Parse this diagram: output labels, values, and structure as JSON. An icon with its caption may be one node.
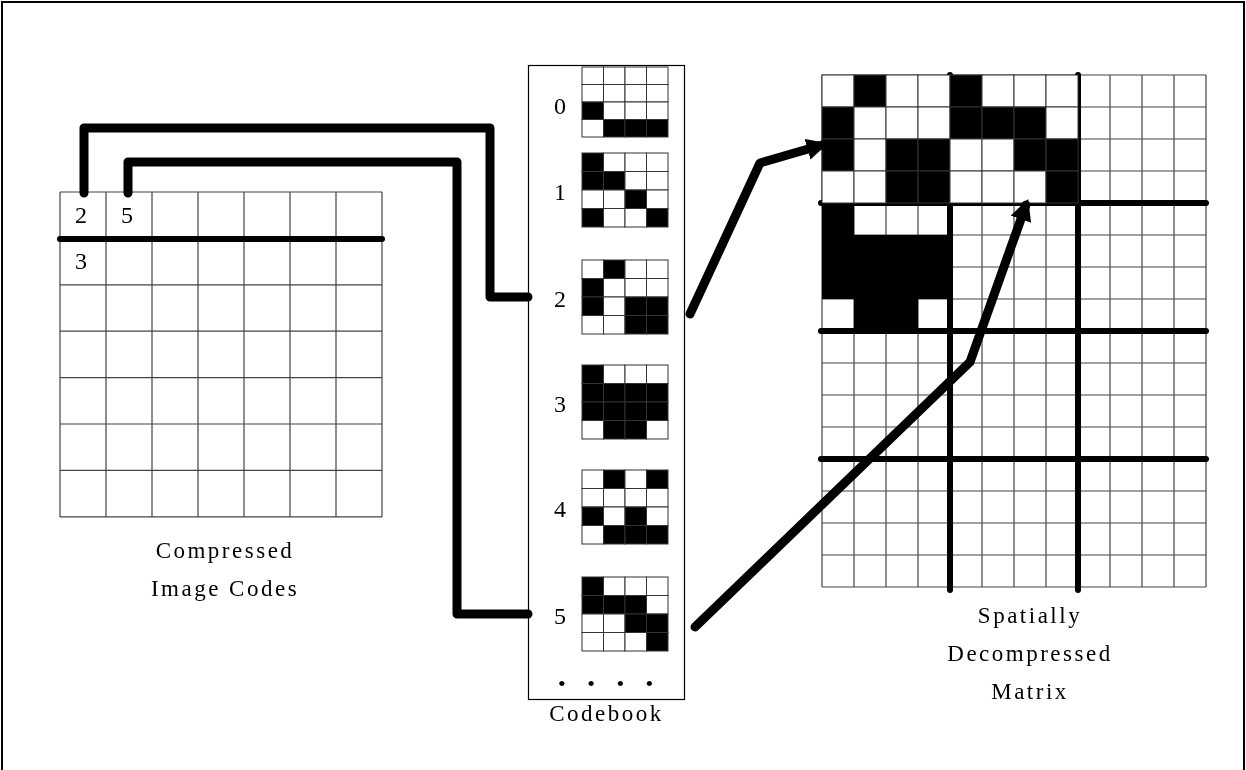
{
  "diagram": {
    "nodes": [
      {
        "text": [
          "Compressed Image Codes"
        ]
      },
      {
        "text": [
          "2"
        ],
        "in": 0
      },
      {
        "text": [
          "5"
        ],
        "in": 0
      },
      {
        "text": [
          "3"
        ],
        "in": 0
      },
      {
        "text": [
          "Codebook"
        ]
      },
      {
        "text": [
          "0"
        ],
        "in": 4
      },
      {
        "text": [
          "1"
        ],
        "in": 4
      },
      {
        "text": [
          "2"
        ],
        "in": 4
      },
      {
        "text": [
          "3"
        ],
        "in": 4
      },
      {
        "text": [
          "4"
        ],
        "in": 4
      },
      {
        "text": [
          "5"
        ],
        "in": 4
      },
      {
        "text": [
          "Spatially Decompressed Matrix"
        ]
      },
      {
        "text": [],
        "shape": "box",
        "in": 11
      },
      {
        "text": [],
        "shape": "box",
        "in": 11
      }
    ],
    "edges": [
      {
        "from": 1,
        "to": 7,
        "arrow": "none"
      },
      {
        "from": 2,
        "to": 10,
        "arrow": "none"
      },
      {
        "from": 7,
        "to": 12,
        "arrow": "to"
      },
      {
        "from": 10,
        "to": 13,
        "arrow": "to"
      }
    ],
    "labels": [
      "• • • •"
    ]
  }
}
